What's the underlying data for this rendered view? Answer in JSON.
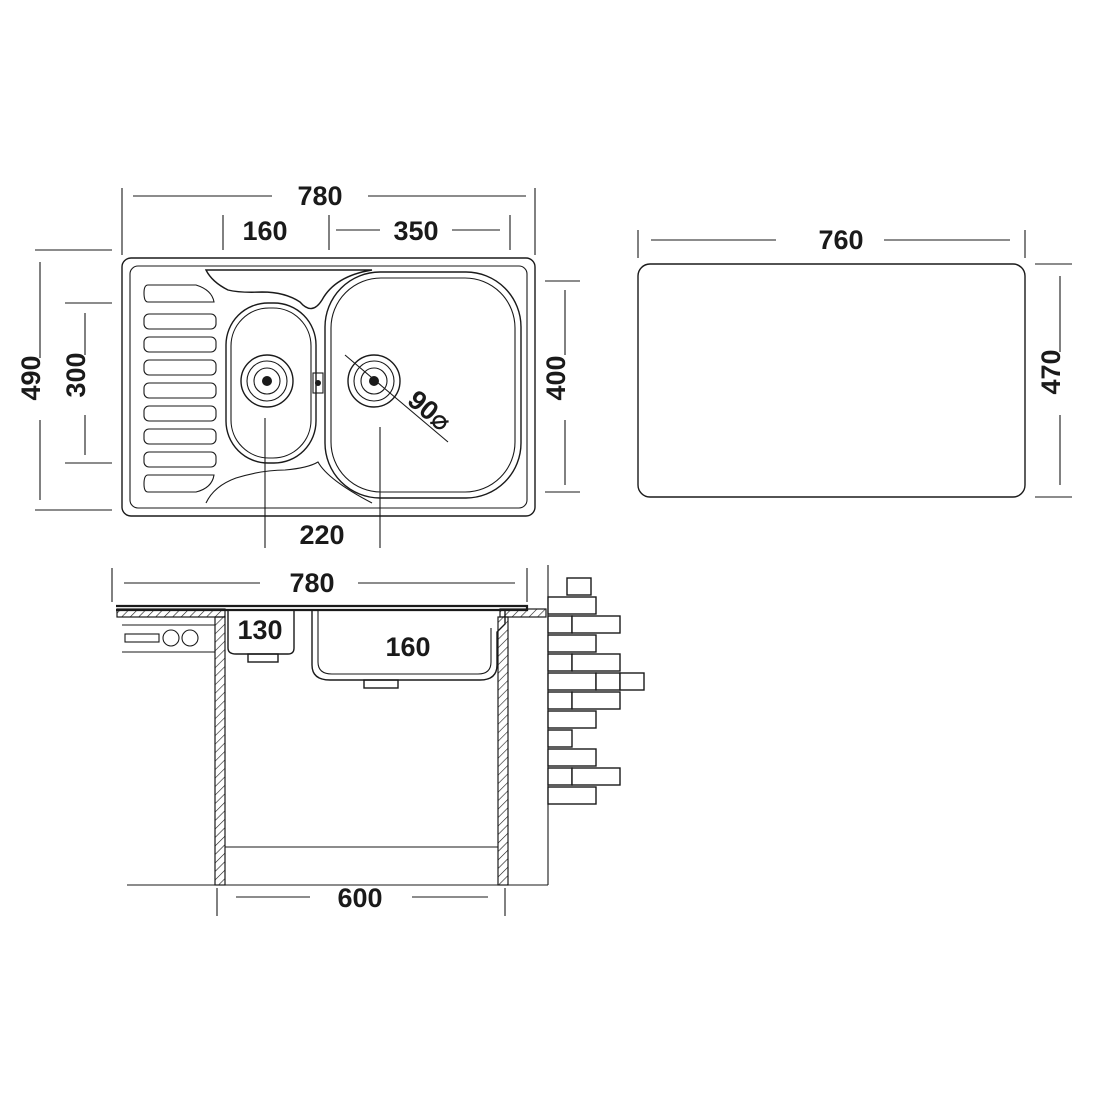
{
  "top_view": {
    "overall_width": "780",
    "drainer_width": "160",
    "main_bowl_width": "350",
    "overall_depth": "490",
    "small_bowl_depth": "300",
    "main_bowl_depth": "400",
    "drain_spacing": "220",
    "drain_diameter": "90⌀"
  },
  "cutout_view": {
    "width": "760",
    "depth": "470"
  },
  "side_view": {
    "overall_width": "780",
    "small_bowl_height": "130",
    "main_bowl_height": "160",
    "cabinet_width": "600"
  },
  "colors": {
    "line": "#1a1a1a",
    "background": "#ffffff"
  }
}
